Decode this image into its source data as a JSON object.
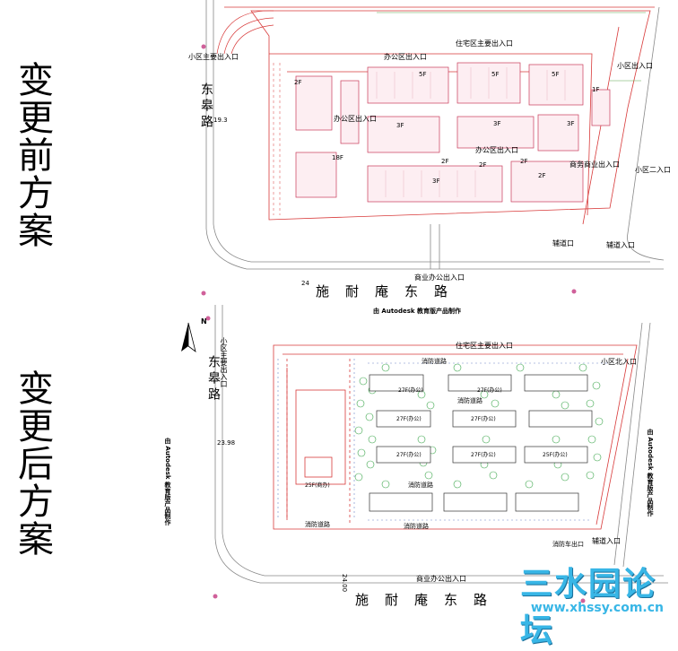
{
  "side_labels": {
    "before": "变更前方案",
    "after": "变更后方案"
  },
  "before_plan": {
    "road_west": "东皋路",
    "road_south": "施耐庵东路",
    "dimension": "19.3",
    "dimension_south": "24",
    "entrances": {
      "residential_main": "住宅区主要出入口",
      "community_main": "小区主要出入口",
      "community_north": "小区出入口",
      "office_1": "办公区出入口",
      "office_2": "办公区出入口",
      "office_3": "办公区出入口",
      "commercial": "商务商业出入口",
      "community_secondary": "小区二入口",
      "aux_1": "辅道口",
      "aux_2": "辅道入口",
      "commercial_office": "商业办公出入口"
    },
    "floors": [
      "5F",
      "5F",
      "5F",
      "2F",
      "3F",
      "3F",
      "3F",
      "2F",
      "2F",
      "2F",
      "1F",
      "18F",
      "3F",
      "2F"
    ]
  },
  "after_plan": {
    "north_label": "N",
    "watermark_top": "由 Autodesk 教育版产品制作",
    "watermark_left": "由 Autodesk 教育版产品制作",
    "watermark_right": "由 Autodesk 教育版产品制作",
    "road_west": "东皋路",
    "road_south": "施耐庵东路",
    "dimension": "23.98",
    "dimension_south": "24.00",
    "entrances": {
      "residential_main": "住宅区主要出入口",
      "community_main": "小区主要出入口",
      "community_north": "小区北入口",
      "commercial_office": "商业办公出入口",
      "aux": "辅道入口"
    },
    "fire_roads": [
      "消防道路",
      "消防道路",
      "消防道路",
      "消防道路",
      "消防道路"
    ],
    "fire_entry": "消防车出口",
    "buildings": [
      "27F(办公)",
      "27F(办公)",
      "27F(办公)",
      "27F(办公)",
      "27F(办公)",
      "27F(办公)",
      "25F(办公)",
      "25F(商办)"
    ]
  },
  "watermark": {
    "title": "三水园论坛",
    "url": "www.xhssy.com.cn"
  }
}
